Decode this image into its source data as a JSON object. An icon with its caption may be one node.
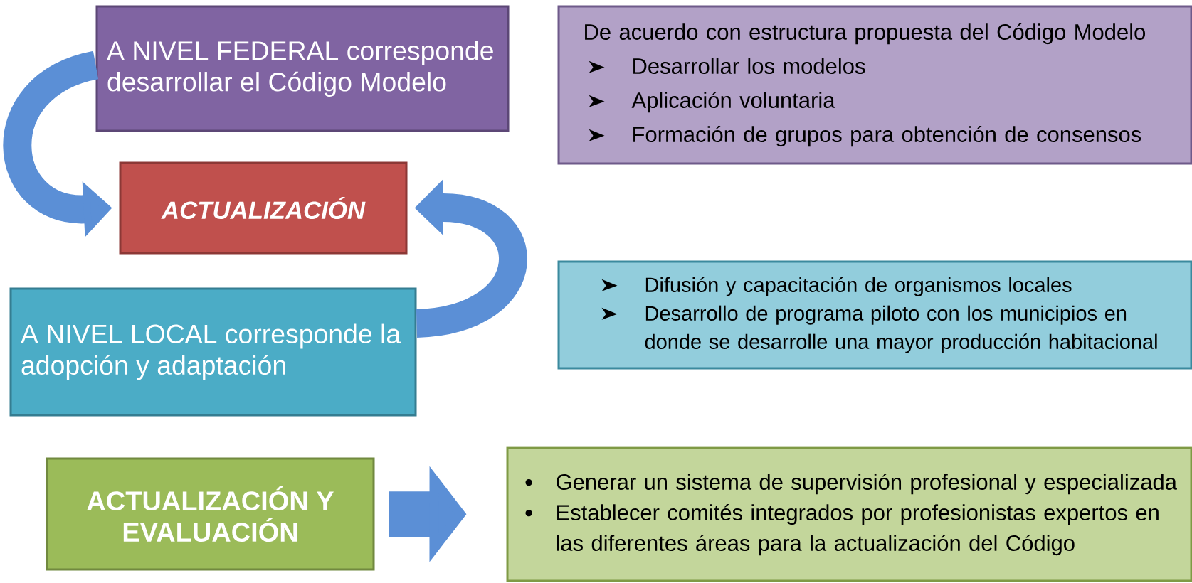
{
  "diagram": {
    "nodes": [
      {
        "text": [
          "A NIVEL FEDERAL corresponde desarrollar el Código Modelo"
        ]
      },
      {
        "text": [
          "ACTUALIZACIÓN"
        ]
      },
      {
        "text": [
          "A NIVEL LOCAL corresponde la adopción y adaptación"
        ]
      },
      {
        "text": [
          "ACTUALIZACIÓN Y EVALUACIÓN"
        ]
      },
      {
        "text": [
          "De acuerdo con estructura propuesta del Código Modelo",
          "Desarrollar los modelos",
          "Aplicación voluntaria",
          "Formación de grupos para obtención de consensos"
        ]
      },
      {
        "text": [
          "Difusión y capacitación de organismos locales",
          "Desarrollo de programa piloto con los municipios en donde se desarrolle una mayor producción habitacional"
        ]
      },
      {
        "text": [
          "Generar un sistema de supervisión profesional y especializada",
          "Establecer comités integrados por profesionistas expertos en las diferentes áreas para la actualización del Código"
        ]
      }
    ],
    "edges": [
      {
        "from": 0,
        "to": 1,
        "arrow": "to"
      },
      {
        "from": 2,
        "to": 1,
        "arrow": "to"
      },
      {
        "from": 3,
        "to": 6,
        "arrow": "to"
      }
    ]
  }
}
